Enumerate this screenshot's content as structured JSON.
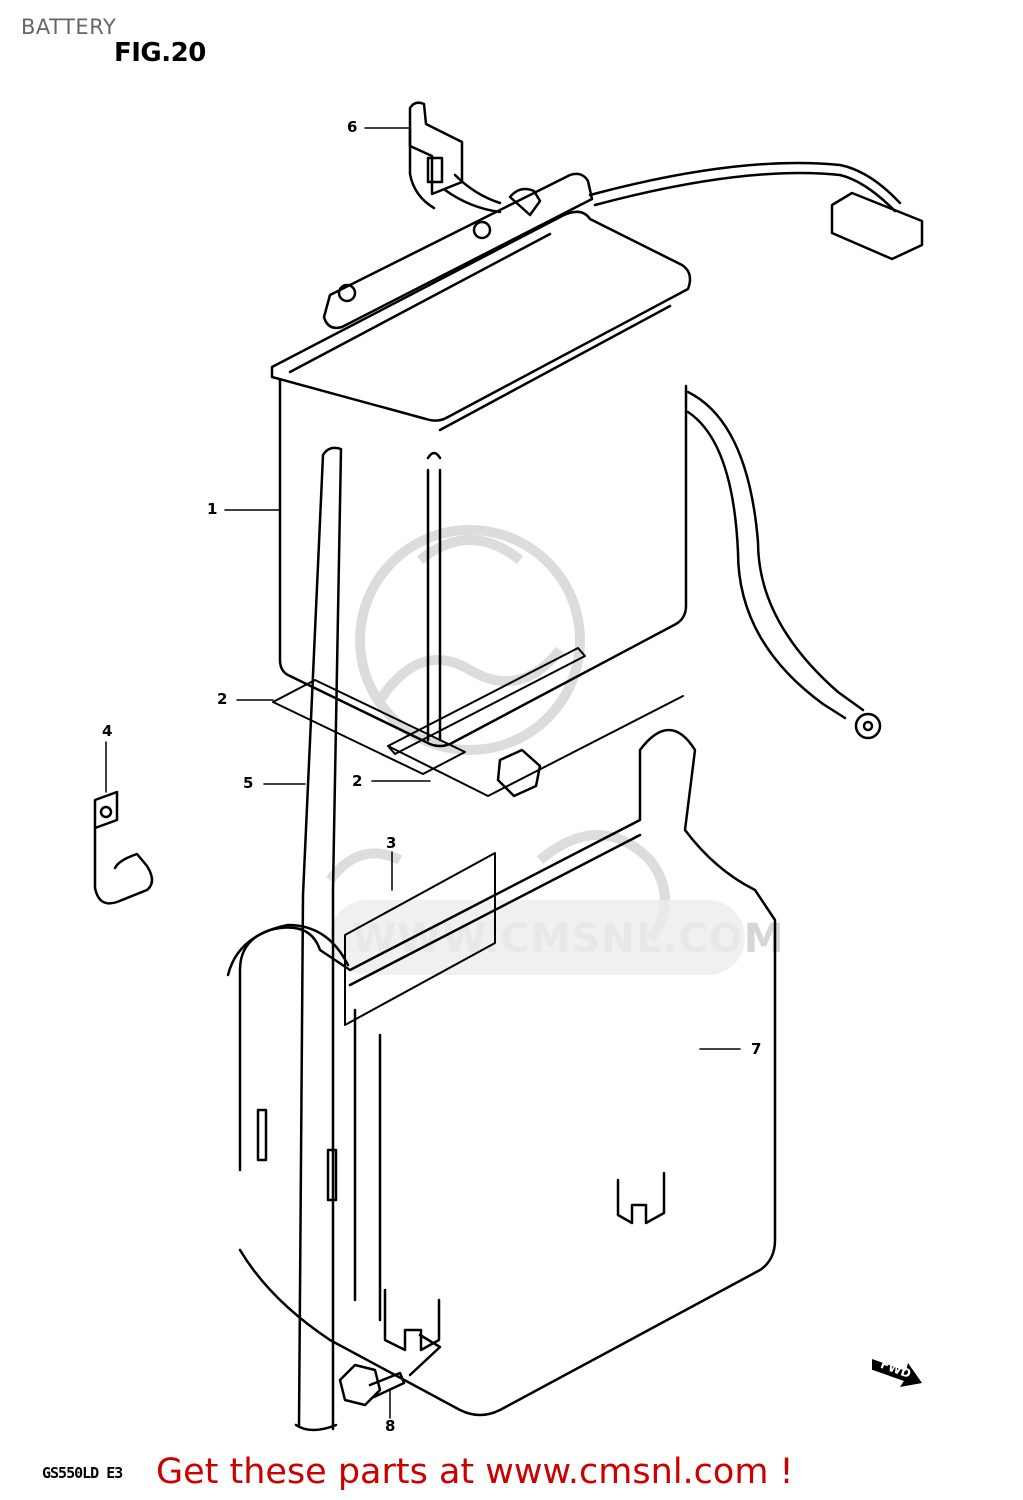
{
  "header": {
    "section_title": "BATTERY",
    "figure_label": "FIG.20"
  },
  "diagram": {
    "callouts": [
      {
        "id": "1",
        "label": "1",
        "part": "battery"
      },
      {
        "id": "2a",
        "label": "2",
        "part": "battery-pad-left"
      },
      {
        "id": "2b",
        "label": "2",
        "part": "battery-pad-front"
      },
      {
        "id": "3",
        "label": "3",
        "part": "case-pad"
      },
      {
        "id": "4",
        "label": "4",
        "part": "breather-hose-clamp"
      },
      {
        "id": "5",
        "label": "5",
        "part": "breather-hose"
      },
      {
        "id": "6",
        "label": "6",
        "part": "terminal-cover"
      },
      {
        "id": "7",
        "label": "7",
        "part": "battery-case"
      },
      {
        "id": "8",
        "label": "8",
        "part": "bolt"
      }
    ],
    "direction_badge": "FWD",
    "watermark": "WWW.CMSNL.COM"
  },
  "footer": {
    "model_code": "GS550LD E3",
    "promo_text": "Get these parts at www.cmsnl.com !",
    "promo_color": "#cc0000"
  }
}
